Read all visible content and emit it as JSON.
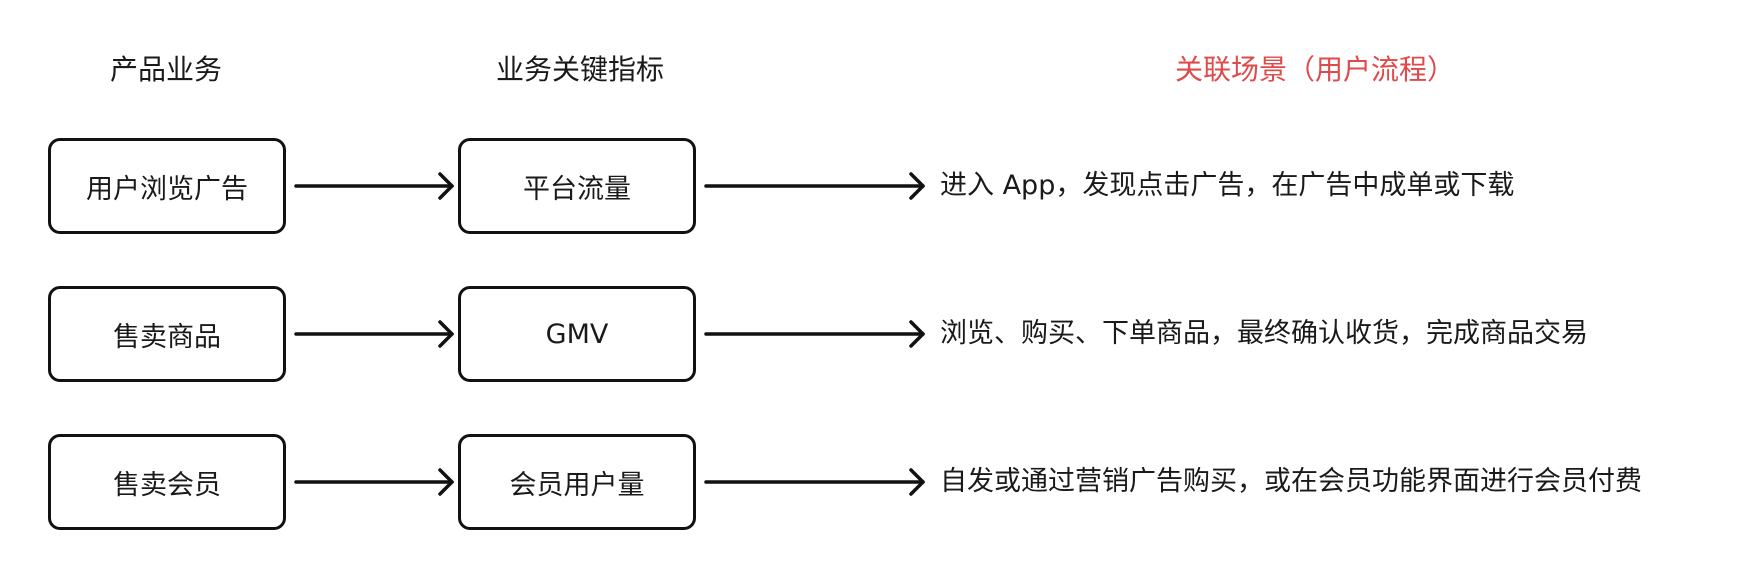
{
  "headers": {
    "product_business": "产品业务",
    "key_metric": "业务关键指标",
    "scenario": "关联场景（用户流程）"
  },
  "rows": [
    {
      "business": "用户浏览广告",
      "metric": "平台流量",
      "scenario": "进入 App，发现点击广告，在广告中成单或下载"
    },
    {
      "business": "售卖商品",
      "metric": "GMV",
      "scenario": "浏览、购买、下单商品，最终确认收货，完成商品交易"
    },
    {
      "business": "售卖会员",
      "metric": "会员用户量",
      "scenario": "自发或通过营销广告购买，或在会员功能界面进行会员付费"
    }
  ],
  "colors": {
    "text": "#1a1a1a",
    "accent": "#e04a4a",
    "stroke": "#111111"
  }
}
